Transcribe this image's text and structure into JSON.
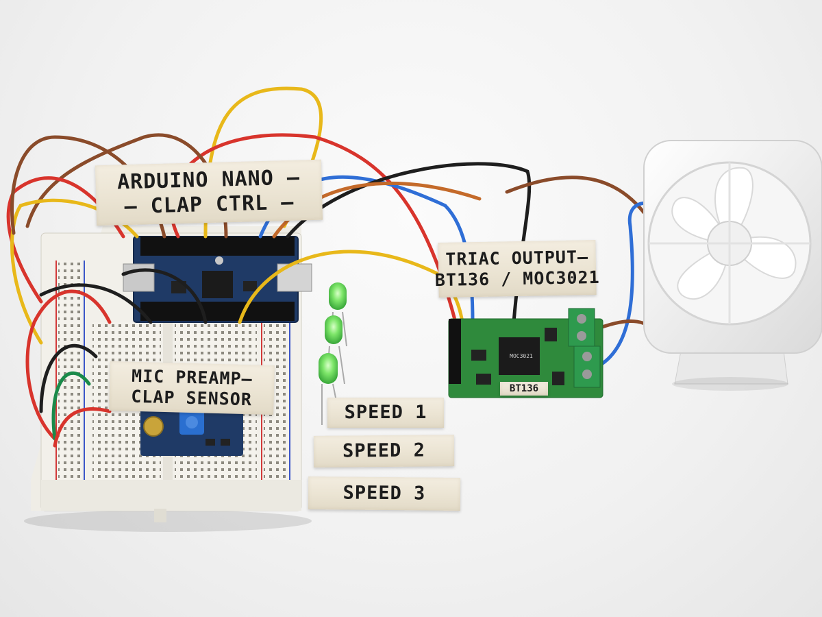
{
  "labels": {
    "arduino": {
      "line1": "ARDUINO NANO —",
      "line2": "— CLAP CTRL —"
    },
    "triac": {
      "line1": "TRIAC OUTPUT—",
      "line2": "BT136 / MOC3021"
    },
    "mic": {
      "line1": "MIC PREAMP—",
      "line2": "CLAP SENSOR"
    },
    "speed1": "SPEED 1",
    "speed2": "SPEED 2",
    "speed3": "SPEED 3",
    "chip_marking": "BT136",
    "chip_text": "MOC3021"
  },
  "colors": {
    "led_green": "#6fe05a",
    "pcb_green": "#2f8a3c",
    "nano_blue": "#1f3a66",
    "terminal_green": "#2e9a4e",
    "breadboard": "#f2f0ea"
  },
  "leds_lit": 3
}
